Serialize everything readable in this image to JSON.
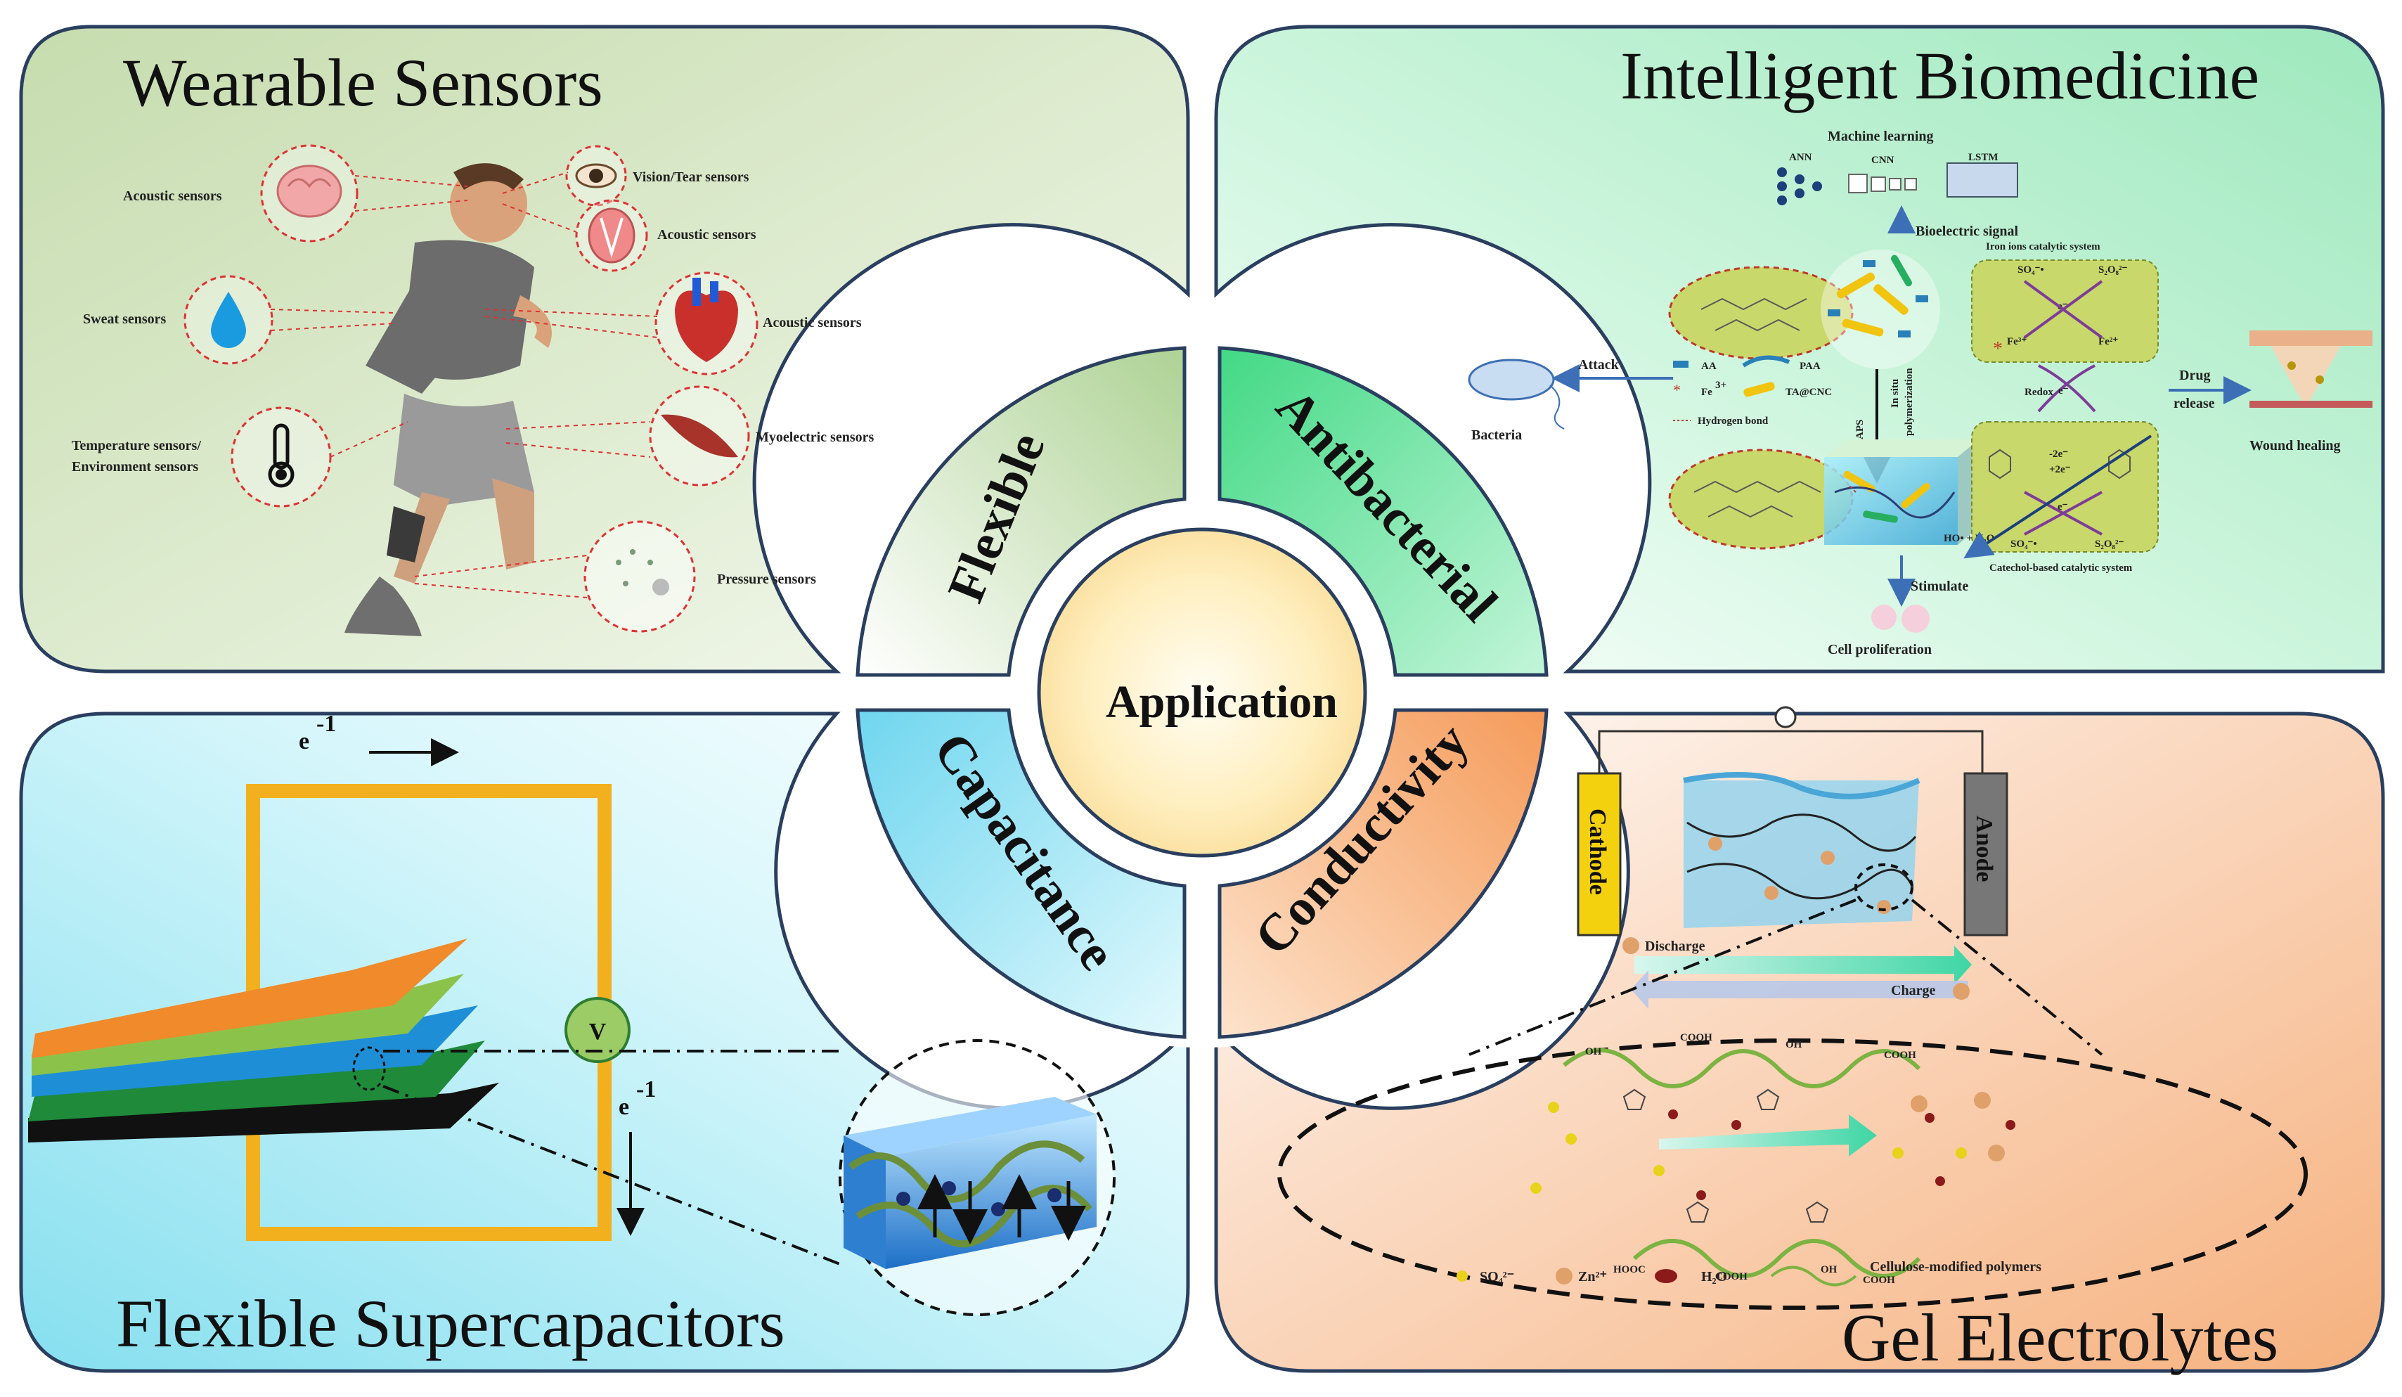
{
  "center": {
    "label": "Application"
  },
  "ring": {
    "flexible": "Flexible",
    "antibacterial": "Antibacterial",
    "capacitance": "Capacitance",
    "conductivity": "Conductivity"
  },
  "wearable": {
    "title": "Wearable Sensors",
    "labels": {
      "acoustic_left": "Acoustic sensors",
      "vision": "Vision/Tear sensors",
      "acoustic_throat": "Acoustic sensors",
      "sweat": "Sweat sensors",
      "acoustic_heart": "Acoustic sensors",
      "temp_line1": "Temperature sensors/",
      "temp_line2": "Environment sensors",
      "myoelectric": "Myoelectric sensors",
      "pressure": "Pressure sensors"
    }
  },
  "biomed": {
    "title": "Intelligent Biomedicine",
    "machine_learning": "Machine learning",
    "ann": "ANN",
    "cnn": "CNN",
    "lstm": "LSTM",
    "bioelectric": "Bioelectric signal",
    "iron_system": "Iron ions catalytic system",
    "attack": "Attack",
    "bacteria": "Bacteria",
    "legend": {
      "aa": "AA",
      "paa": "PAA",
      "fe": "Fe",
      "fe_sup": "3+",
      "ta": "TA@CNC",
      "hbond": "Hydrogen bond"
    },
    "aps": "APS",
    "insitu_line1": "In situ",
    "insitu_line2": "polymerization",
    "redox": "Redox",
    "drug_line1": "Drug",
    "drug_line2": "release",
    "wound": "Wound healing",
    "stimulate": "Stimulate",
    "cell": "Cell  proliferation",
    "catechol_system": "Catechol-based catalytic system",
    "electron": "e⁻",
    "minus2e": "-2e⁻",
    "plus2e": "+2e⁻",
    "so4": "SO₄⁻•",
    "s2o8": "S₂O₈²⁻",
    "fe3": "Fe³⁺",
    "fe2": "Fe²⁺",
    "ho_h2o": "HO• + H₂O"
  },
  "supercap": {
    "title": "Flexible Supercapacitors",
    "e_top": "e",
    "e_mid": "e",
    "e_sup": "-1",
    "volt": "V"
  },
  "gel": {
    "title": "Gel Electrolytes",
    "cathode": "Cathode",
    "anode": "Anode",
    "discharge": "Discharge",
    "charge": "Charge",
    "so4_legend": "SO₄²⁻",
    "zn_legend": "Zn²⁺",
    "h2o_legend": "H₂O",
    "polymer_legend": "Cellulose-modified polymers",
    "oh": "OH",
    "cooh": "COOH",
    "hooc": "HOOC"
  },
  "colors": {
    "wearable_bg": "#d5e6c2",
    "biomed_bg": "#b9f0cc",
    "supercap_bg": "#b6ecf5",
    "gel_bg": "#f8cfb0",
    "frame": "#2a3f5f",
    "orange_wire": "#f2b01e"
  }
}
